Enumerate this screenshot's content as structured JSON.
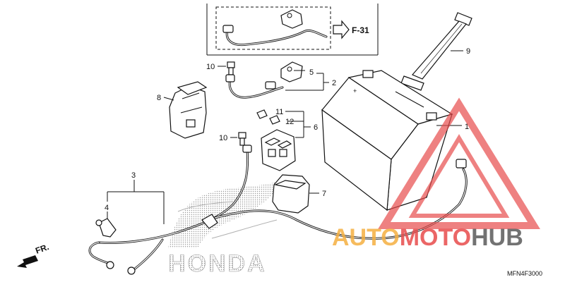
{
  "diagram": {
    "ref_box_label": "F-31",
    "front_label": "FR.",
    "drawing_code": "MFN4F3000",
    "brand_watermark": "HONDA",
    "site_watermark": {
      "part1": "AUTO",
      "part2": "MOTO",
      "part3": "HUB"
    },
    "callouts": {
      "c1": "1",
      "c2": "2",
      "c3": "3",
      "c4": "4",
      "c5": "5",
      "c6": "6",
      "c7": "7",
      "c8": "8",
      "c9": "9",
      "c10a": "10",
      "c10b": "10",
      "c11": "11",
      "c12": "12"
    },
    "colors": {
      "watermark_red": "#e84c4c",
      "watermark_orange": "#f5b041",
      "watermark_gray": "#5a5a5a",
      "line": "#111111"
    }
  }
}
